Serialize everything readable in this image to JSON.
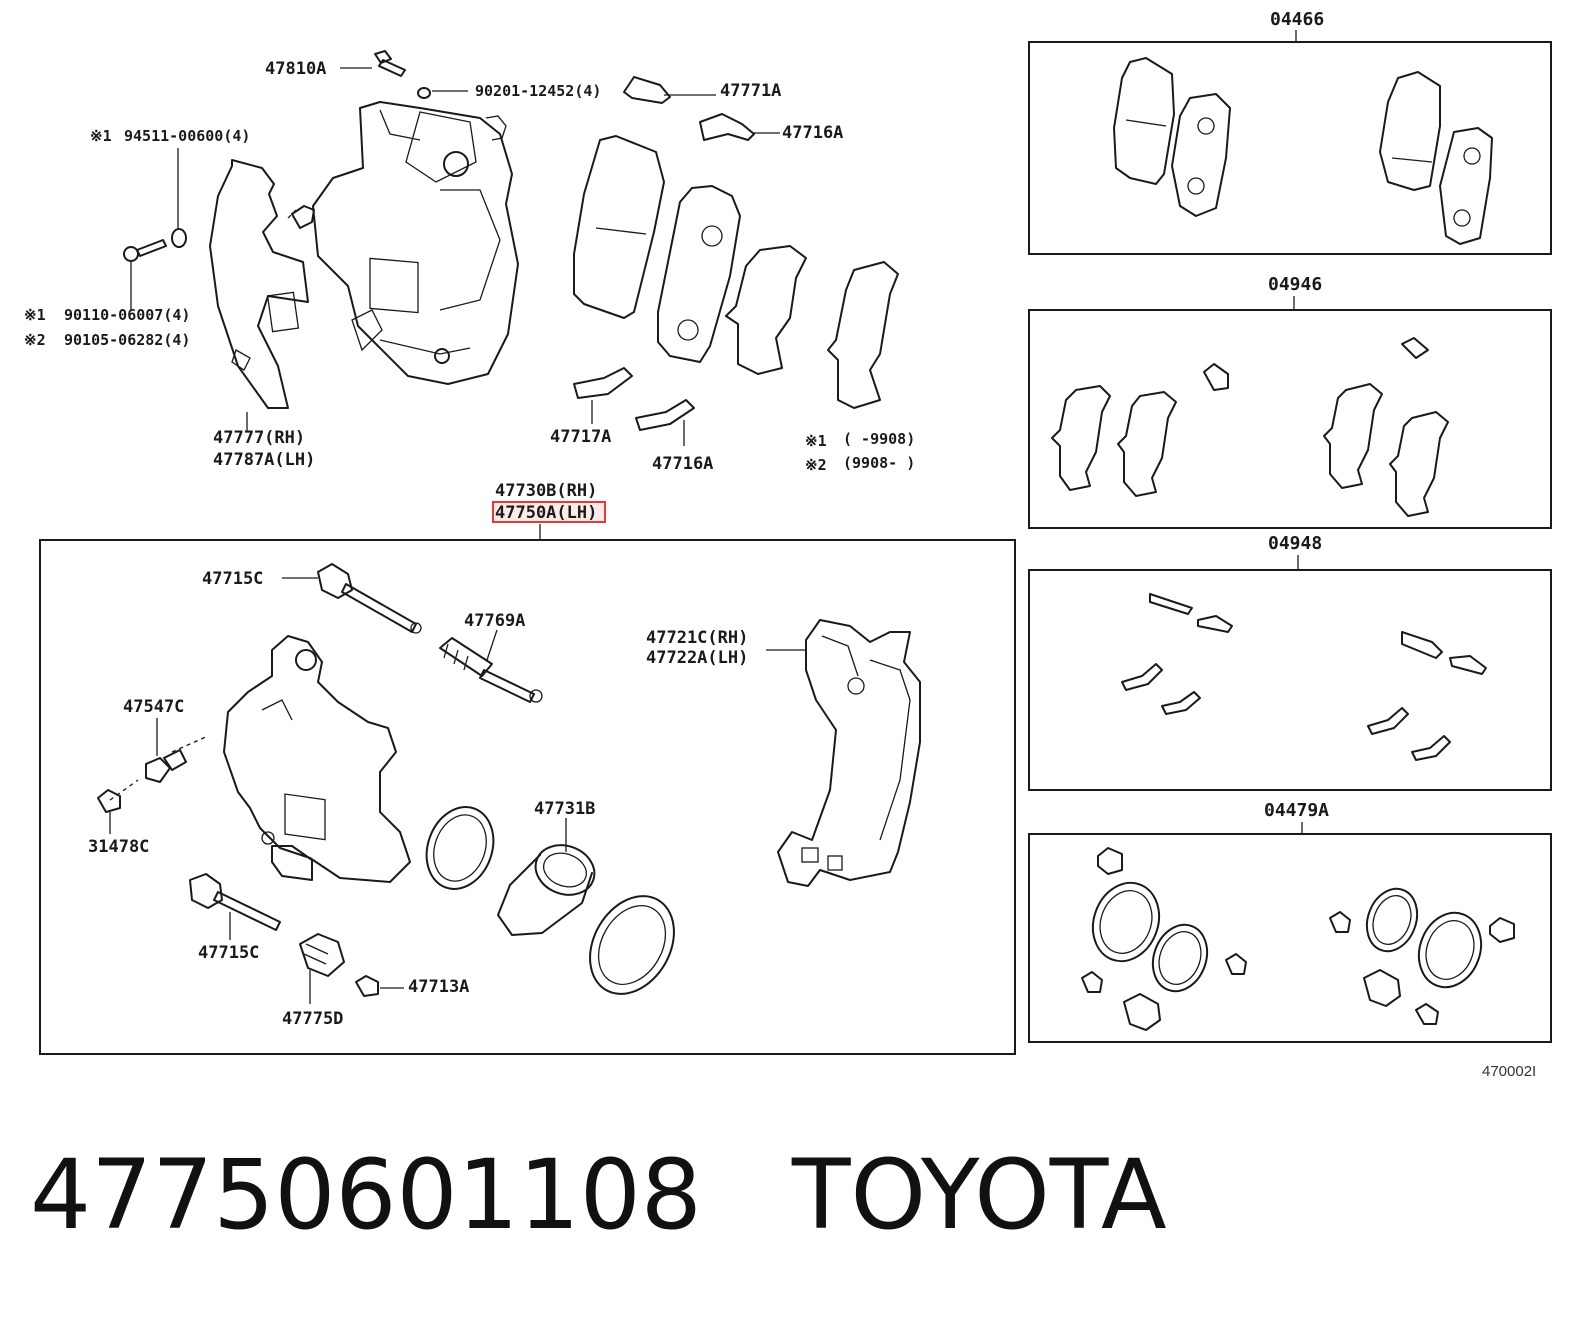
{
  "labels": {
    "p47810A": "47810A",
    "p90201": "90201-12452(4)",
    "p47771A": "47771A",
    "p47716A_top": "47716A",
    "p94511_mark": "※1",
    "p94511": "94511-00600(4)",
    "p90110_mark": "※1",
    "p90110": "90110-06007(4)",
    "p90105_mark": "※2",
    "p90105": "90105-06282(4)",
    "p47777": "47777(RH)",
    "p47787A": "47787A(LH)",
    "p47717A": "47717A",
    "p47716A_bot": "47716A",
    "note1_mark": "※1",
    "note1": "(    -9908)",
    "note2_mark": "※2",
    "note2": "(9908-    )",
    "p47730B": "47730B(RH)",
    "p47750A": "47750A(LH)",
    "p47715C_top": "47715C",
    "p47769A": "47769A",
    "p47721C": "47721C(RH)",
    "p47722A": "47722A(LH)",
    "p47547C": "47547C",
    "p31478C": "31478C",
    "p47731B": "47731B",
    "p47715C_bot": "47715C",
    "p47713A": "47713A",
    "p47775D": "47775D"
  },
  "kits": {
    "k04466": "04466",
    "k04946": "04946",
    "k04948": "04948",
    "k04479A": "04479A"
  },
  "diagram_code": "470002I",
  "caption": {
    "part_number": "47750601108",
    "brand": "TOYOTA"
  },
  "highlight_color": "#e53935"
}
